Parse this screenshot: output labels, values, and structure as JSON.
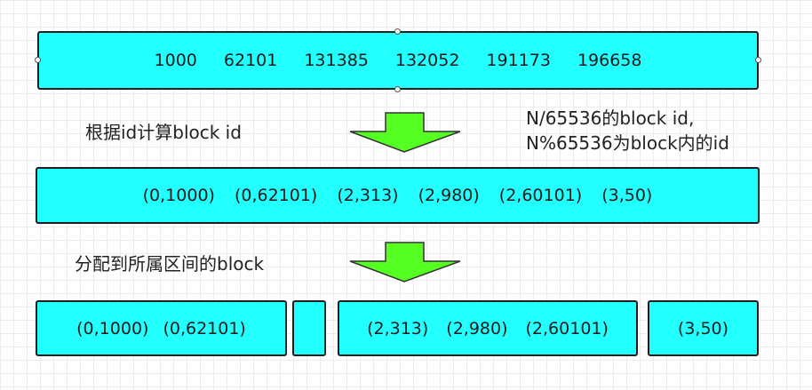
{
  "row1": {
    "values": [
      "1000",
      "62101",
      "131385",
      "132052",
      "191173",
      "196658"
    ]
  },
  "step1": {
    "label": "根据id计算block id",
    "note_line1": "N/65536的block id,",
    "note_line2": "N%65536为block内的id"
  },
  "row2": {
    "pairs": [
      "(0,1000)",
      "(0,62101)",
      "(2,313)",
      "(2,980)",
      "(2,60101)",
      "(3,50)"
    ]
  },
  "step2": {
    "label": "分配到所属区间的block"
  },
  "row3": {
    "block0": [
      "(0,1000)",
      "(0,62101)"
    ],
    "block1": [],
    "block2": [
      "(2,313)",
      "(2,980)",
      "(2,60101)"
    ],
    "block3": [
      "(3,50)"
    ]
  },
  "colors": {
    "box_fill": "#22ffff",
    "box_border": "#1e1e1e",
    "arrow_fill": "#55ff22",
    "grid_line": "#ececec"
  }
}
